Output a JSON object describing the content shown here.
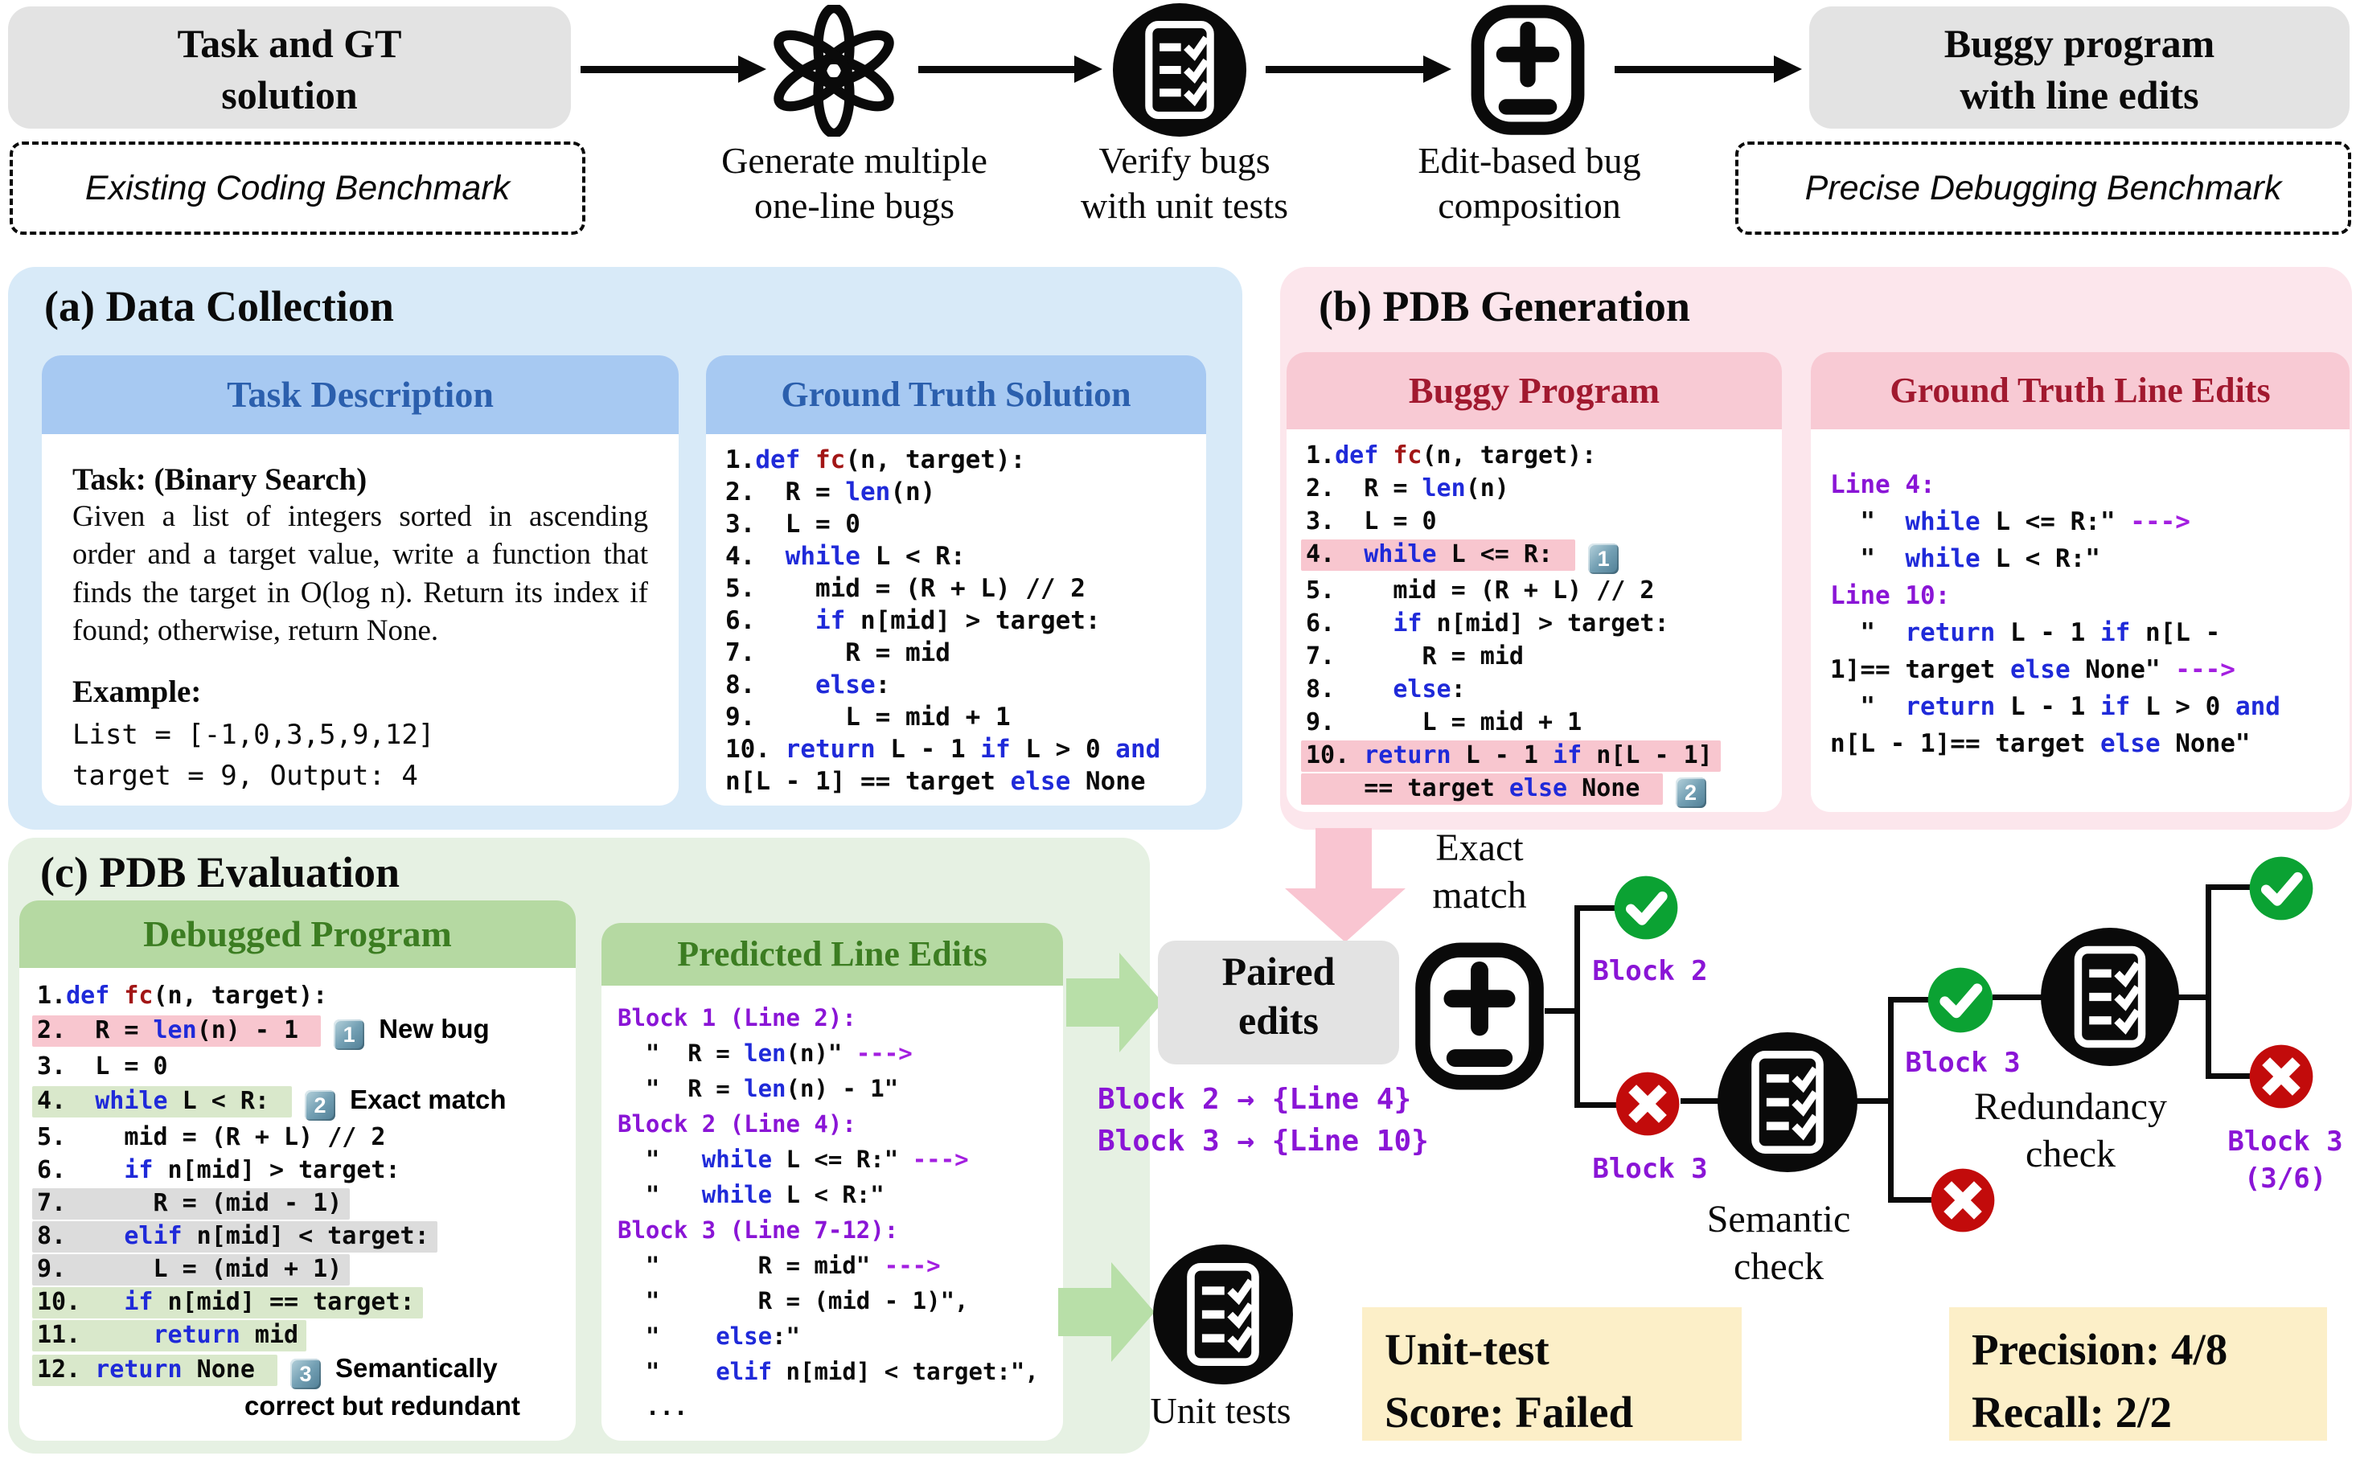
{
  "colors": {
    "panel_a_bg": "#d8eaf8",
    "panel_b_bg": "#fce6ec",
    "panel_c_bg": "#e6f1e3",
    "header_a_bg": "#a7c9f2",
    "header_a_text": "#2b5fad",
    "header_b_bg": "#f8cad4",
    "header_b_text": "#a1192f",
    "header_c_bg": "#b5d9a2",
    "header_c_text": "#3c7d22",
    "keyword": "#1f2ad9",
    "function_name": "#a21616",
    "purple": "#8a15d6",
    "highlight_pink": "#f8c6cf",
    "highlight_green": "#d9e8cb",
    "highlight_gray": "#dcdcdc",
    "badge": "#74a0b4",
    "pass_green": "#0ba233",
    "fail_red": "#c20b0b",
    "gray_box": "#e3e3e3",
    "yellow_box": "#fcefc8",
    "pink_arrow": "#f9c5d1",
    "green_arrow": "#b8dfa8"
  },
  "icons": {
    "llm": "openai-logo-icon",
    "verify": "checklist-icon",
    "compose": "plus-minus-icon",
    "pass": "check-icon",
    "fail": "cross-icon",
    "unit_tests": "checklist-icon"
  },
  "top": {
    "task_gt_box": "Task and GT\nsolution",
    "existing_benchmark": "Existing Coding Benchmark",
    "generate_caption": "Generate multiple\none-line bugs",
    "verify_caption": "Verify bugs\nwith unit tests",
    "compose_caption": "Edit-based bug\ncomposition",
    "buggy_output_box": "Buggy program\nwith line edits",
    "precise_benchmark": "Precise Debugging Benchmark"
  },
  "panel_a": {
    "title": "(a) Data Collection",
    "task_card": {
      "header": "Task Description",
      "task_title": "Task: (Binary Search)",
      "body": "Given a list of integers sorted in ascending order and a target value, write a function that finds the target in O(log n). Return its index if found; otherwise, return None.",
      "example_label": "Example:",
      "example": "List = [-1,0,3,5,9,12]\ntarget = 9, Output: 4"
    },
    "gt_card": {
      "header": "Ground Truth Solution",
      "code": [
        {
          "toks": [
            [
              "t",
              "1."
            ],
            [
              "k",
              "def"
            ],
            [
              "t",
              " "
            ],
            [
              "f",
              "fc"
            ],
            [
              "t",
              "(n, target):"
            ]
          ]
        },
        {
          "toks": [
            [
              "t",
              "2.  R = "
            ],
            [
              "k",
              "len"
            ],
            [
              "t",
              "(n)"
            ]
          ]
        },
        {
          "toks": [
            [
              "t",
              "3.  L = 0"
            ]
          ]
        },
        {
          "toks": [
            [
              "t",
              "4.  "
            ],
            [
              "k",
              "while"
            ],
            [
              "t",
              " L < R:"
            ]
          ]
        },
        {
          "toks": [
            [
              "t",
              "5.    mid = (R + L) // 2"
            ]
          ]
        },
        {
          "toks": [
            [
              "t",
              "6.    "
            ],
            [
              "k",
              "if"
            ],
            [
              "t",
              " n[mid] > target:"
            ]
          ]
        },
        {
          "toks": [
            [
              "t",
              "7.      R = mid"
            ]
          ]
        },
        {
          "toks": [
            [
              "t",
              "8.    "
            ],
            [
              "k",
              "else"
            ],
            [
              "t",
              ":"
            ]
          ]
        },
        {
          "toks": [
            [
              "t",
              "9.      L = mid + 1"
            ]
          ]
        },
        {
          "toks": [
            [
              "t",
              "10. "
            ],
            [
              "k",
              "return"
            ],
            [
              "t",
              " L - 1 "
            ],
            [
              "k",
              "if"
            ],
            [
              "t",
              " L > 0 "
            ],
            [
              "k",
              "and"
            ]
          ]
        },
        {
          "toks": [
            [
              "t",
              "n[L - 1] == target "
            ],
            [
              "k",
              "else"
            ],
            [
              "t",
              " None"
            ]
          ]
        }
      ]
    }
  },
  "panel_b": {
    "title": "(b) PDB Generation",
    "buggy_card": {
      "header": "Buggy Program",
      "code": [
        {
          "toks": [
            [
              "t",
              "1."
            ],
            [
              "k",
              "def"
            ],
            [
              "t",
              " "
            ],
            [
              "f",
              "fc"
            ],
            [
              "t",
              "(n, target):"
            ]
          ]
        },
        {
          "toks": [
            [
              "t",
              "2.  R = "
            ],
            [
              "k",
              "len"
            ],
            [
              "t",
              "(n)"
            ]
          ]
        },
        {
          "toks": [
            [
              "t",
              "3.  L = 0"
            ]
          ]
        },
        {
          "hl": "pink",
          "badge": "1",
          "toks": [
            [
              "t",
              "4.  "
            ],
            [
              "k",
              "while"
            ],
            [
              "t",
              " L <= R: "
            ]
          ]
        },
        {
          "toks": [
            [
              "t",
              "5.    mid = (R + L) // 2"
            ]
          ]
        },
        {
          "toks": [
            [
              "t",
              "6.    "
            ],
            [
              "k",
              "if"
            ],
            [
              "t",
              " n[mid] > target:"
            ]
          ]
        },
        {
          "toks": [
            [
              "t",
              "7.      R = mid"
            ]
          ]
        },
        {
          "toks": [
            [
              "t",
              "8.    "
            ],
            [
              "k",
              "else"
            ],
            [
              "t",
              ":"
            ]
          ]
        },
        {
          "toks": [
            [
              "t",
              "9.      L = mid + 1"
            ]
          ]
        },
        {
          "hl": "pink",
          "toks": [
            [
              "t",
              "10. "
            ],
            [
              "k",
              "return"
            ],
            [
              "t",
              " L - 1 "
            ],
            [
              "k",
              "if"
            ],
            [
              "t",
              " n[L - 1]"
            ]
          ]
        },
        {
          "hl": "pink",
          "badge": "2",
          "toks": [
            [
              "t",
              "    == target "
            ],
            [
              "k",
              "else"
            ],
            [
              "t",
              " None "
            ]
          ]
        }
      ]
    },
    "edits_card": {
      "header": "Ground Truth Line Edits",
      "lines": [
        {
          "toks": [
            [
              "lab",
              "Line 4:"
            ]
          ]
        },
        {
          "toks": [
            [
              "t",
              "  \"  "
            ],
            [
              "k",
              "while"
            ],
            [
              "t",
              " L <= R:\" "
            ],
            [
              "arr",
              "--->"
            ]
          ]
        },
        {
          "toks": [
            [
              "t",
              "  \"  "
            ],
            [
              "k",
              "while"
            ],
            [
              "t",
              " L < R:\""
            ]
          ]
        },
        {
          "toks": [
            [
              "lab",
              "Line 10:"
            ]
          ]
        },
        {
          "toks": [
            [
              "t",
              "  \"  "
            ],
            [
              "k",
              "return"
            ],
            [
              "t",
              " L - 1 "
            ],
            [
              "k",
              "if"
            ],
            [
              "t",
              " n[L -"
            ]
          ]
        },
        {
          "toks": [
            [
              "t",
              "1]== target "
            ],
            [
              "k",
              "else"
            ],
            [
              "t",
              " None\" "
            ],
            [
              "arr",
              "--->"
            ]
          ]
        },
        {
          "toks": [
            [
              "t",
              "  \"  "
            ],
            [
              "k",
              "return"
            ],
            [
              "t",
              " L - 1 "
            ],
            [
              "k",
              "if"
            ],
            [
              "t",
              " L > 0 "
            ],
            [
              "k",
              "and"
            ]
          ]
        },
        {
          "toks": [
            [
              "t",
              "n[L - 1]== target "
            ],
            [
              "k",
              "else"
            ],
            [
              "t",
              " None\""
            ]
          ]
        }
      ]
    }
  },
  "panel_c": {
    "title": "(c) PDB Evaluation",
    "debugged_card": {
      "header": "Debugged Program",
      "code": [
        {
          "toks": [
            [
              "t",
              "1."
            ],
            [
              "k",
              "def"
            ],
            [
              "t",
              " "
            ],
            [
              "f",
              "fc"
            ],
            [
              "t",
              "(n, target):"
            ]
          ]
        },
        {
          "hl": "pink",
          "badge": "1",
          "note": "New bug",
          "toks": [
            [
              "t",
              "2.  R = "
            ],
            [
              "k",
              "len"
            ],
            [
              "t",
              "(n) - 1 "
            ]
          ]
        },
        {
          "toks": [
            [
              "t",
              "3.  L = 0"
            ]
          ]
        },
        {
          "hl": "green",
          "badge": "2",
          "note": "Exact match",
          "toks": [
            [
              "t",
              "4.  "
            ],
            [
              "k",
              "while"
            ],
            [
              "t",
              " L < R: "
            ]
          ]
        },
        {
          "toks": [
            [
              "t",
              "5.    mid = (R + L) // 2"
            ]
          ]
        },
        {
          "toks": [
            [
              "t",
              "6.    "
            ],
            [
              "k",
              "if"
            ],
            [
              "t",
              " n[mid] > target:"
            ]
          ]
        },
        {
          "hl": "gray",
          "toks": [
            [
              "t",
              "7.      R = (mid - 1)"
            ]
          ]
        },
        {
          "hl": "gray",
          "toks": [
            [
              "t",
              "8.    "
            ],
            [
              "k",
              "elif"
            ],
            [
              "t",
              " n[mid] < target:"
            ]
          ]
        },
        {
          "hl": "gray",
          "toks": [
            [
              "t",
              "9.      L = (mid + 1)"
            ]
          ]
        },
        {
          "hl": "green",
          "toks": [
            [
              "t",
              "10.   "
            ],
            [
              "k",
              "if"
            ],
            [
              "t",
              " n[mid] == target:"
            ]
          ]
        },
        {
          "hl": "green",
          "toks": [
            [
              "t",
              "11.     "
            ],
            [
              "k",
              "return"
            ],
            [
              "t",
              " mid"
            ]
          ]
        },
        {
          "hl": "green",
          "badge": "3",
          "note": "Semantically",
          "toks": [
            [
              "t",
              "12. "
            ],
            [
              "k",
              "return"
            ],
            [
              "t",
              " None "
            ]
          ]
        },
        {
          "note_only": "correct but redundant"
        }
      ]
    },
    "predicted_card": {
      "header": "Predicted Line Edits",
      "lines": [
        {
          "toks": [
            [
              "lab",
              "Block 1 (Line 2):"
            ]
          ]
        },
        {
          "toks": [
            [
              "t",
              "  \"  R = "
            ],
            [
              "k",
              "len"
            ],
            [
              "t",
              "(n)\" "
            ],
            [
              "arr",
              "--->"
            ]
          ]
        },
        {
          "toks": [
            [
              "t",
              "  \"  R = "
            ],
            [
              "k",
              "len"
            ],
            [
              "t",
              "(n) - 1\""
            ]
          ]
        },
        {
          "toks": [
            [
              "lab",
              "Block 2 (Line 4):"
            ]
          ]
        },
        {
          "toks": [
            [
              "t",
              "  \"   "
            ],
            [
              "k",
              "while"
            ],
            [
              "t",
              " L <= R:\" "
            ],
            [
              "arr",
              "--->"
            ]
          ]
        },
        {
          "toks": [
            [
              "t",
              "  \"   "
            ],
            [
              "k",
              "while"
            ],
            [
              "t",
              " L < R:\""
            ]
          ]
        },
        {
          "toks": [
            [
              "lab",
              "Block 3 (Line 7-12):"
            ]
          ]
        },
        {
          "toks": [
            [
              "t",
              "  \"       R = mid\" "
            ],
            [
              "arr",
              "--->"
            ]
          ]
        },
        {
          "toks": [
            [
              "t",
              "  \"       R = (mid - 1)\","
            ]
          ]
        },
        {
          "toks": [
            [
              "t",
              "  \"    "
            ],
            [
              "k",
              "else"
            ],
            [
              "t",
              ":\""
            ]
          ]
        },
        {
          "toks": [
            [
              "t",
              "  \"    "
            ],
            [
              "k",
              "elif"
            ],
            [
              "t",
              " n[mid] < target:\","
            ]
          ]
        },
        {
          "toks": [
            [
              "t",
              "  ..."
            ]
          ]
        }
      ]
    }
  },
  "flow": {
    "paired_edits": "Paired\nedits",
    "exact_match": "Exact\nmatch",
    "mapping": "Block 2 → {Line 4}\nBlock 3 → {Line 10}",
    "block2_label": "Block 2",
    "block3_semantic_label": "Block 3",
    "block3_pass_label": "Block 3",
    "block3_fraction_label": "Block 3\n(3/6)",
    "semantic_check": "Semantic\ncheck",
    "redundancy_check": "Redundancy\ncheck",
    "unit_tests_label": "Unit tests",
    "unit_test_score": "Unit-test\nScore: Failed",
    "metrics": "Precision: 4/8\nRecall: 2/2"
  }
}
